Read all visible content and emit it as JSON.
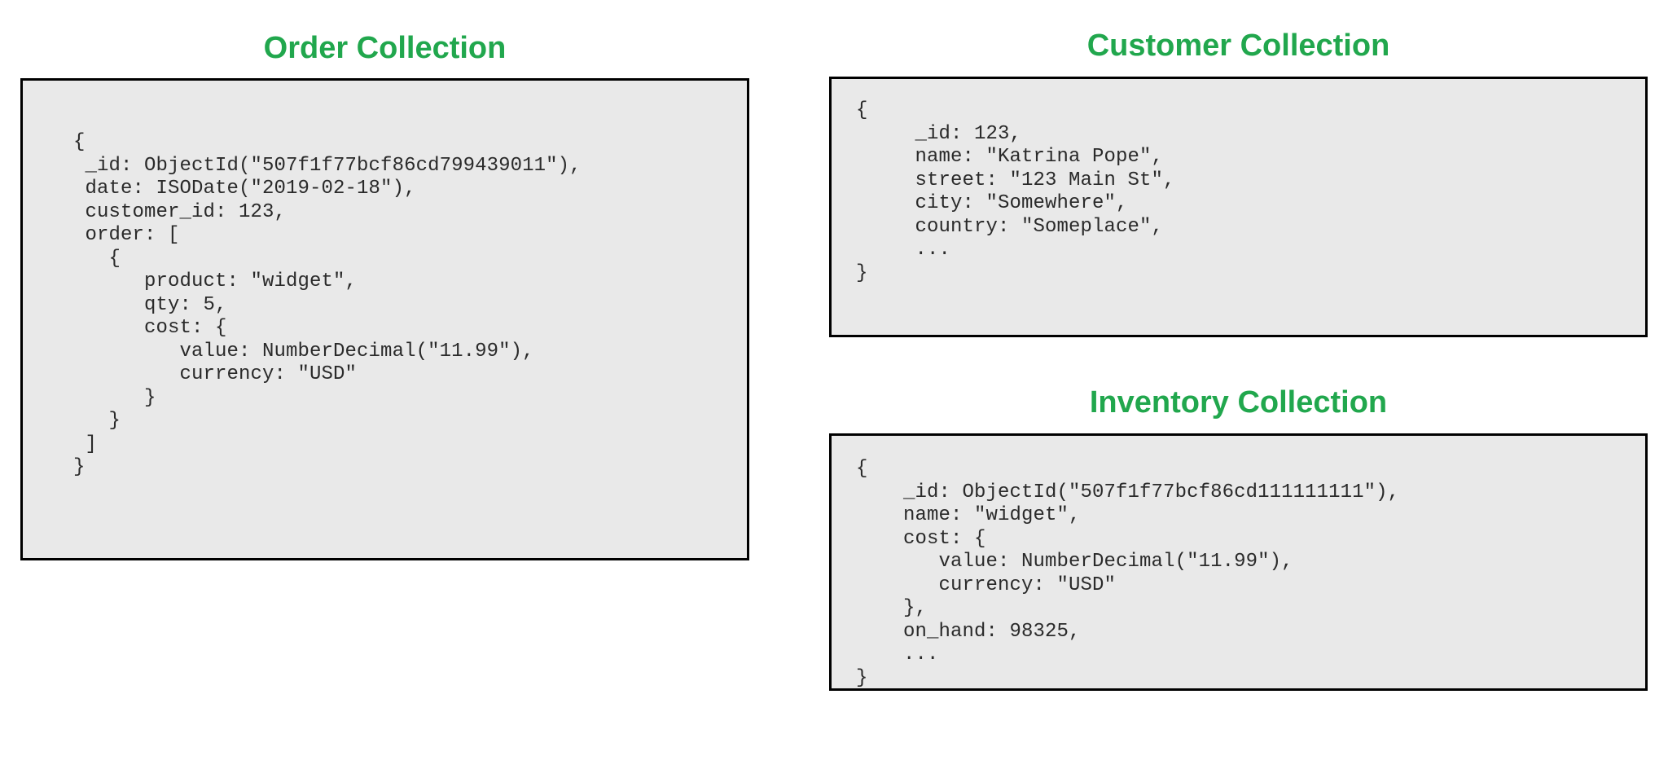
{
  "theme": {
    "heading_color": "#21a74d",
    "code_background": "#e9e9e9",
    "code_border": "#000000",
    "code_text": "#2a2a2a",
    "page_background": "#ffffff"
  },
  "panels": {
    "order": {
      "title": "Order Collection",
      "code": "{\n _id: ObjectId(\"507f1f77bcf86cd799439011\"),\n date: ISODate(\"2019-02-18\"),\n customer_id: 123,\n order: [\n   {\n      product: \"widget\",\n      qty: 5,\n      cost: {\n         value: NumberDecimal(\"11.99\"),\n         currency: \"USD\"\n      }\n   }\n ]\n}",
      "fields": {
        "_id": "ObjectId(\"507f1f77bcf86cd799439011\")",
        "date": "ISODate(\"2019-02-18\")",
        "customer_id": "123",
        "order": [
          {
            "product": "\"widget\"",
            "qty": "5",
            "cost": {
              "value": "NumberDecimal(\"11.99\")",
              "currency": "\"USD\""
            }
          }
        ]
      }
    },
    "customer": {
      "title": "Customer Collection",
      "code": "{\n     _id: 123,\n     name: \"Katrina Pope\",\n     street: \"123 Main St\",\n     city: \"Somewhere\",\n     country: \"Someplace\",\n     ...\n}",
      "fields": {
        "_id": "123",
        "name": "\"Katrina Pope\"",
        "street": "\"123 Main St\"",
        "city": "\"Somewhere\"",
        "country": "\"Someplace\"",
        "ellipsis": "..."
      }
    },
    "inventory": {
      "title": "Inventory Collection",
      "code": "{\n    _id: ObjectId(\"507f1f77bcf86cd111111111\"),\n    name: \"widget\",\n    cost: {\n       value: NumberDecimal(\"11.99\"),\n       currency: \"USD\"\n    },\n    on_hand: 98325,\n    ...\n}",
      "fields": {
        "_id": "ObjectId(\"507f1f77bcf86cd111111111\")",
        "name": "\"widget\"",
        "cost": {
          "value": "NumberDecimal(\"11.99\")",
          "currency": "\"USD\""
        },
        "on_hand": "98325",
        "ellipsis": "..."
      }
    }
  }
}
